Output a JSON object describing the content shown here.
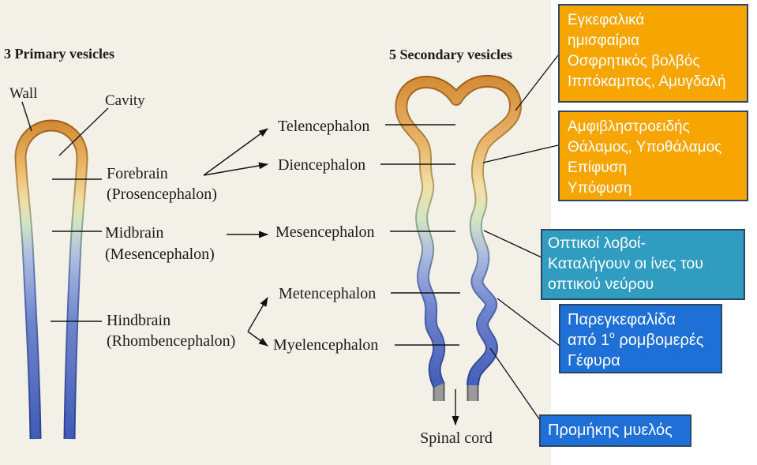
{
  "primary": {
    "title": "3 Primary vesicles",
    "wall_label": "Wall",
    "cavity_label": "Cavity",
    "forebrain": {
      "name": "Forebrain",
      "latin": "(Prosencephalon)"
    },
    "midbrain": {
      "name": "Midbrain",
      "latin": "(Mesencephalon)"
    },
    "hindbrain": {
      "name": "Hindbrain",
      "latin": "(Rhombencephalon)"
    }
  },
  "secondary": {
    "title": "5 Secondary vesicles",
    "telencephalon": "Telencephalon",
    "diencephalon": "Diencephalon",
    "mesencephalon": "Mesencephalon",
    "metencephalon": "Metencephalon",
    "myelencephalon": "Myelencephalon",
    "spinal_cord": "Spinal cord"
  },
  "notes": {
    "telencephalon": [
      "Εγκεφαλικά",
      "ημισφαίρια",
      "Οσφρητικός βολβός",
      "Ιππόκαμπος, Αμυγδαλή"
    ],
    "diencephalon": [
      "Αμφιβληστροειδής",
      "Θάλαμος, Υποθάλαμος",
      "Επίφυση",
      "Υπόφυση"
    ],
    "mesencephalon": [
      "Οπτικοί λοβοί-",
      "Καταλήγουν οι ίνες του",
      "οπτικού νεύρου"
    ],
    "metencephalon": {
      "line1": "Παρεγκεφαλίδα",
      "line2_before": "από 1",
      "line2_sup": "ο",
      "line2_after": " ρομβομερές",
      "line3": "Γέφυρα"
    },
    "myelencephalon": [
      "Προμήκης μυελός"
    ]
  },
  "colors": {
    "orange_box": "#f7a500",
    "teal_box": "#2f9cc0",
    "blue_box": "#1f70d6",
    "box_border": "#2b4668",
    "tube_orange": "#d38a33",
    "tube_green": "#d3e5c5",
    "tube_blue": "#3f5ab6",
    "page": "#f3f0e8"
  }
}
